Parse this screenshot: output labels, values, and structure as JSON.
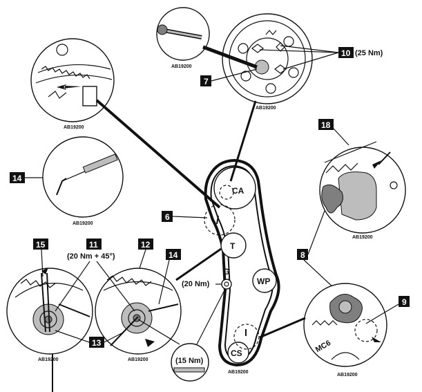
{
  "diagram": {
    "pulleys": {
      "ca": "CA",
      "t": "T",
      "g": "G",
      "wp": "WP",
      "cs": "CS"
    },
    "callouts": {
      "n7": "7",
      "n6": "6",
      "n8": "8",
      "n9": "9",
      "n10": "10",
      "n11": "11",
      "n12": "12",
      "n13": "13",
      "n14_upper": "14",
      "n14_lower": "14",
      "n15": "15",
      "n18": "18"
    },
    "torques": {
      "bolts_10": "(25 Nm)",
      "tensioner_11": "(20 Nm + 45°)",
      "idler_g": "(20 Nm)",
      "stud_15": "(15 Nm)"
    },
    "detail_texts": {
      "mc6": "MC6"
    },
    "image_codes": {
      "code_camshaft_tool": "AB19200",
      "code_camshaft": "AB19200",
      "code_top_left": "AB19200",
      "code_tool_14": "AB19200",
      "code_detail_18": "AB19200",
      "code_tensioner_left": "AB19200",
      "code_tensioner_right": "AB19200",
      "code_belt": "AB19200",
      "code_crank_detail": "AB19200"
    },
    "colors": {
      "ink": "#111111",
      "shade": "#bdbdbd",
      "dark_shade": "#7f7f7f"
    }
  }
}
